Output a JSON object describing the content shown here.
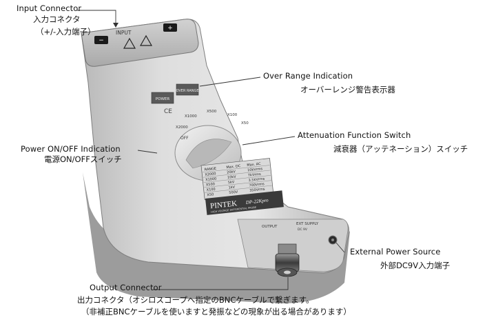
{
  "diagram": {
    "input_connector": {
      "en": "Input Connector",
      "jp1": "入力コネクタ",
      "jp2": "（+/-入力端子）"
    },
    "over_range": {
      "en": "Over Range Indication",
      "jp": "オーバーレンジ警告表示器"
    },
    "attenuation": {
      "en": "Attenuation Function Switch",
      "jp": "減衰器（アッテネーション）スイッチ"
    },
    "power": {
      "en": "Power ON/OFF Indication",
      "jp": "電源ON/OFFスイッチ"
    },
    "ext_power": {
      "en": "External Power Source",
      "jp": "外部DC9V入力端子"
    },
    "output_connector": {
      "en": "Output Connector",
      "jp1": "出力コネクタ（オシロスコープへ指定のBNCケーブルで繋ぎます。",
      "jp2": "（非補正BNCケーブルを使いますと発振などの現象が出る場合があります）"
    }
  },
  "device": {
    "brand": "PINTEK",
    "model": "DP-22Kpro",
    "desc": "HIGH VOLTAGE DIFFERENTIAL PROBE",
    "input_label": "INPUT",
    "ce_mark": "CE",
    "power_led_label": "POWER",
    "over_led_label": "OVER RANGE",
    "switch_off": "OFF",
    "switch_positions": [
      "X2000",
      "X1000",
      "X500",
      "X100",
      "X50"
    ],
    "output_label": "OUTPUT",
    "ext_supply_label": "EXT SUPPLY",
    "ext_supply_sub": "DC 9V",
    "table_header": [
      "RANGE",
      "Max. DC",
      "Max. AC"
    ],
    "table_rows": [
      [
        "X2000",
        "20kV",
        "10kVrms"
      ],
      [
        "X1000",
        "10kV",
        "7kVrms"
      ],
      [
        "X500",
        "5kV",
        "3.5kVrms"
      ],
      [
        "X100",
        "1kV",
        "700Vrms"
      ],
      [
        "X50",
        "500V",
        "350Vrms"
      ]
    ]
  }
}
